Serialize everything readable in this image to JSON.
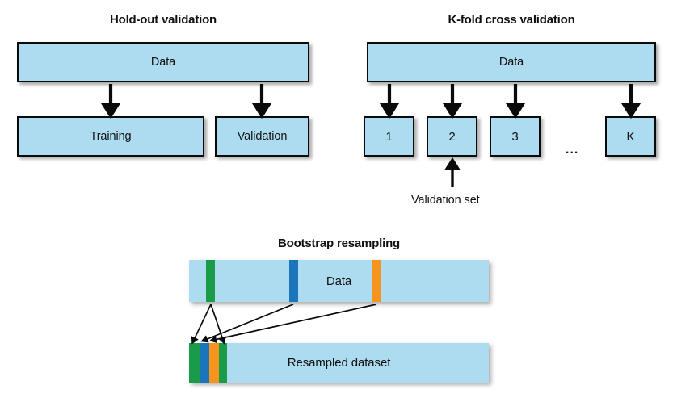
{
  "figure": {
    "background_color": "#ffffff",
    "box_fill_color": "#addbef",
    "box_border_color": "#0a0a0a",
    "stripe_colors": {
      "green": "#199b4a",
      "blue": "#1b75bb",
      "orange": "#f7941e"
    }
  },
  "panels": {
    "holdout": {
      "title": "Hold-out validation",
      "data_box_label": "Data",
      "children": [
        {
          "label": "Training"
        },
        {
          "label": "Validation"
        }
      ]
    },
    "kfold": {
      "title": "K-fold cross validation",
      "data_box_label": "Data",
      "folds": [
        {
          "label": "1"
        },
        {
          "label": "2"
        },
        {
          "label": "3"
        },
        {
          "label": "K"
        }
      ],
      "ellipsis": "...",
      "annotation": "Validation set"
    },
    "bootstrap": {
      "title": "Bootstrap resampling",
      "source_bar_label": "Data",
      "resampled_bar_label": "Resampled dataset",
      "source_stripes": [
        {
          "name": "green",
          "color": "#199b4a"
        },
        {
          "name": "blue",
          "color": "#1b75bb"
        },
        {
          "name": "orange",
          "color": "#f7941e"
        }
      ],
      "resampled_stripes": [
        {
          "name": "green",
          "color": "#199b4a"
        },
        {
          "name": "blue",
          "color": "#1b75bb"
        },
        {
          "name": "orange",
          "color": "#f7941e"
        },
        {
          "name": "green",
          "color": "#199b4a"
        }
      ]
    }
  }
}
